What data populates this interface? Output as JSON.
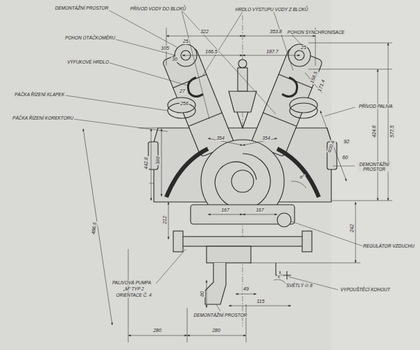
{
  "diagram": {
    "labels": [
      "DEMONTÁŽNÍ PROSTOR",
      "PŘÍVOD VODY DO BLOKŮ",
      "HRDLO VÝSTUPU VODY Z BLOKŮ",
      "POHON OTÁČKOMĚRU",
      "POHON SYNCHRONISACE",
      "VÝFUKOVÉ HRDLO",
      "PÁČKA ŘÍZENÍ KLAPEK",
      "PÁČKA ŘÍZENÍ KOREKTORU",
      "PŘÍVOD PALIVA",
      "DEMONTÁŽNÍ PROSTOR",
      "REGULÁTOR VZDUCHU",
      "PALIVOVÁ PUMPA",
      "„M“ TYP 2",
      "ORIENTACE Č. 4",
      "VYPOUŠTĚCÍ KOHOUT",
      "SVĚTLÝ ∅ 8",
      "DEMONTÁŽNÍ PROSTOR",
      "322",
      "353.8",
      "105",
      "166.5",
      "187.7",
      "25",
      "30",
      "25",
      "27",
      "256",
      "354",
      "354",
      "442.8",
      "388",
      "486.5",
      "158.5",
      "171.4",
      "424.6",
      "577.5",
      "600.6",
      "92",
      "60",
      "α°",
      "212",
      "167",
      "167",
      "242",
      "80",
      "49",
      "115",
      "ε°",
      "280",
      "280"
    ]
  }
}
